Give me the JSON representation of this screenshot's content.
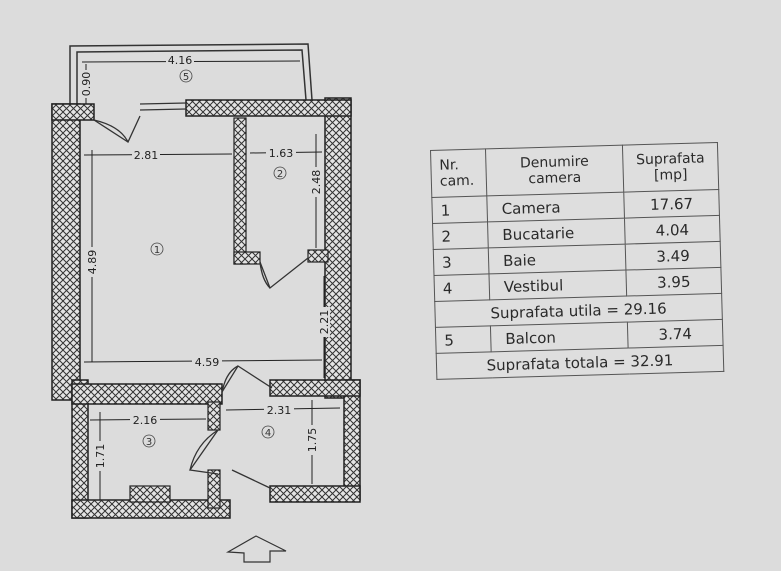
{
  "plan": {
    "dimensions": {
      "balcony_width": "4.16",
      "balcony_depth": "0.90",
      "room1_width": "2.81",
      "kitchen_width": "1.63",
      "kitchen_depth": "2.48",
      "room1_depth": "4.89",
      "room1_lower_right": "2.21",
      "room1_full_width": "4.59",
      "bath_width": "2.16",
      "hall_width": "2.31",
      "bath_depth": "1.71",
      "hall_depth": "1.75"
    },
    "room_ids": {
      "r1": "1",
      "r2": "2",
      "r3": "3",
      "r4": "4",
      "r5": "5"
    }
  },
  "table": {
    "header": {
      "nr": [
        "Nr.",
        "cam."
      ],
      "name": [
        "Denumire",
        "camera"
      ],
      "area": [
        "Suprafata",
        "[mp]"
      ]
    },
    "rows": [
      {
        "nr": "1",
        "name": "Camera",
        "area": "17.67"
      },
      {
        "nr": "2",
        "name": "Bucatarie",
        "area": "4.04"
      },
      {
        "nr": "3",
        "name": "Baie",
        "area": "3.49"
      },
      {
        "nr": "4",
        "name": "Vestibul",
        "area": "3.95"
      }
    ],
    "useful_total": "Suprafata utila = 29.16",
    "balcony_row": {
      "nr": "5",
      "name": "Balcon",
      "area": "3.74"
    },
    "grand_total": "Suprafata totala = 32.91"
  }
}
